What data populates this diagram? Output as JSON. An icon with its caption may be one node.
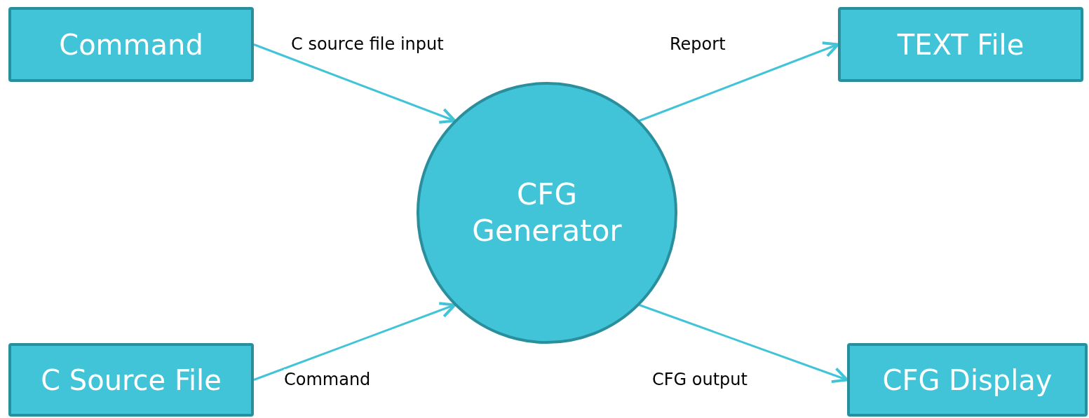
{
  "diagram": {
    "nodes": [
      {
        "text": [
          "Command"
        ]
      },
      {
        "text": [
          "C Source File"
        ]
      },
      {
        "text": [
          "CFG Generator"
        ]
      },
      {
        "text": [
          "TEXT File"
        ]
      },
      {
        "text": [
          "CFG Display"
        ]
      }
    ],
    "edges": [
      {
        "from": 0,
        "to": 2,
        "arrow": "to",
        "label": "C source file input"
      },
      {
        "from": 1,
        "to": 2,
        "arrow": "to",
        "label": "Command"
      },
      {
        "from": 2,
        "to": 3,
        "arrow": "to",
        "label": "Report"
      },
      {
        "from": 2,
        "to": 4,
        "arrow": "to",
        "label": "CFG output"
      }
    ]
  }
}
